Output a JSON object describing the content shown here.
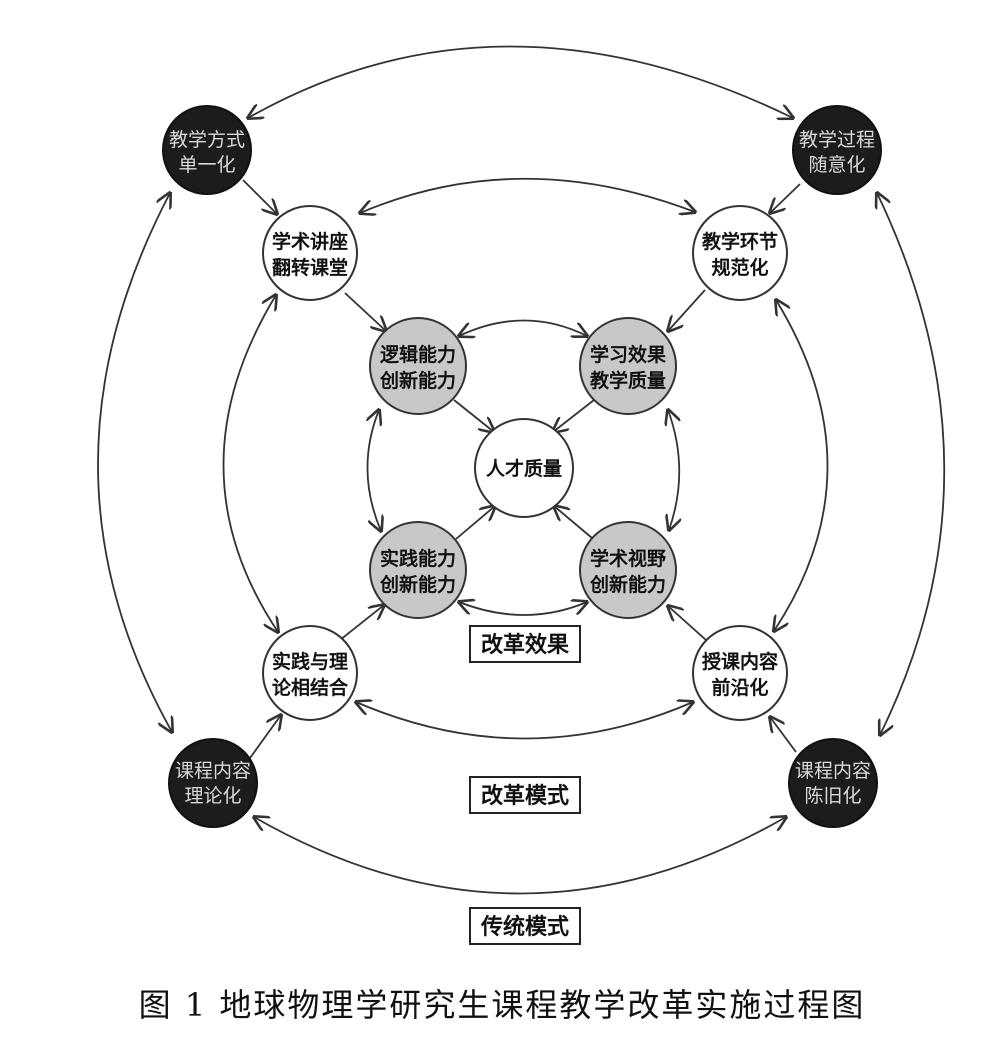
{
  "nodes": {
    "tl_outer": [
      "教学方式",
      "单一化"
    ],
    "tr_outer": [
      "教学过程",
      "随意化"
    ],
    "bl_outer": [
      "课程内容",
      "理论化"
    ],
    "br_outer": [
      "课程内容",
      "陈旧化"
    ],
    "tl_mid": [
      "学术讲座",
      "翻转课堂"
    ],
    "tr_mid": [
      "教学环节",
      "规范化"
    ],
    "bl_mid": [
      "实践与理",
      "论相结合"
    ],
    "br_mid": [
      "授课内容",
      "前沿化"
    ],
    "tl_inner": [
      "逻辑能力",
      "创新能力"
    ],
    "tr_inner": [
      "学习效果",
      "教学质量"
    ],
    "bl_inner": [
      "实践能力",
      "创新能力"
    ],
    "br_inner": [
      "学术视野",
      "创新能力"
    ],
    "center": [
      "人才质量"
    ]
  },
  "labels": {
    "inner": "改革效果",
    "mid": "改革模式",
    "outer": "传统模式"
  },
  "caption": "图 1  地球物理学研究生课程教学改革实施过程图",
  "colors": {
    "outer_fill": "#1c1c1c",
    "mid_fill": "#ffffff",
    "inner_fill": "#c8c8c8"
  }
}
